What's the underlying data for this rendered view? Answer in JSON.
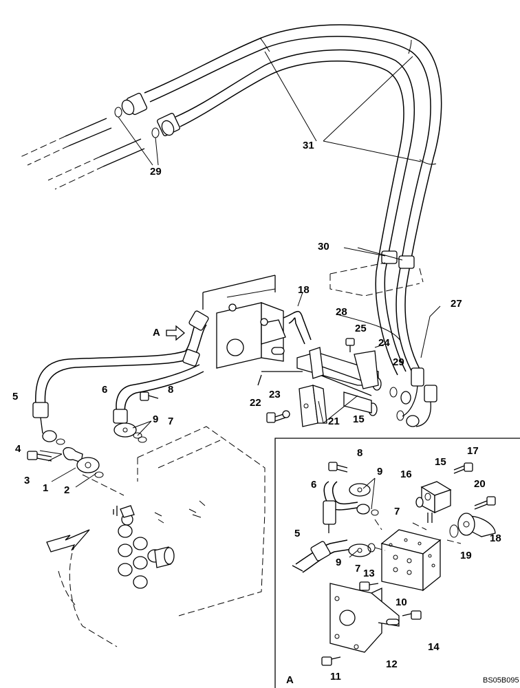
{
  "view_label": "A",
  "inset_label": "A",
  "drawing_code": "BS05B095",
  "main_callouts": {
    "c31": "31",
    "c29_top": "29",
    "c30": "30",
    "c18": "18",
    "c28": "28",
    "c27": "27",
    "c25": "25",
    "c24": "24",
    "c29_right": "29",
    "c6": "6",
    "c8": "8",
    "c9": "9",
    "c7": "7",
    "c5": "5",
    "c4": "4",
    "c3": "3",
    "c1": "1",
    "c2": "2",
    "c22": "22",
    "c23": "23",
    "c21": "21",
    "c15": "15"
  },
  "inset_callouts": {
    "c8": "8",
    "c9": "9",
    "c6": "6",
    "c7_upper": "7",
    "c5": "5",
    "c9_lower": "9",
    "c7_lower": "7",
    "c13": "13",
    "c15": "15",
    "c16": "16",
    "c17": "17",
    "c20": "20",
    "c18": "18",
    "c19": "19",
    "c10": "10",
    "c14": "14",
    "c12": "12",
    "c11": "11"
  }
}
